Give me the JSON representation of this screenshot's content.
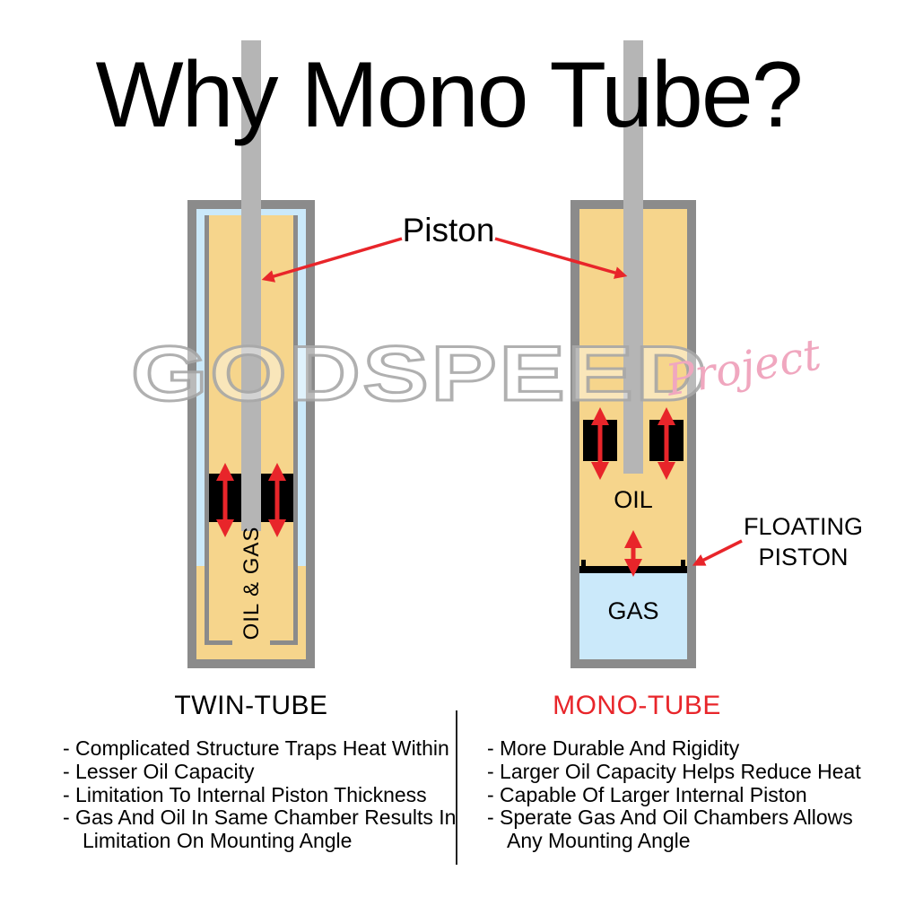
{
  "title": "Why Mono Tube?",
  "watermark": {
    "main": "GODSPEED",
    "sub": "Project"
  },
  "labels": {
    "piston": "Piston",
    "floating_line1": "FLOATING",
    "floating_line2": "PISTON",
    "oil_gas": "OIL & GAS",
    "oil": "OIL",
    "gas": "GAS",
    "twin_tube": "TWIN-TUBE",
    "mono_tube": "MONO-TUBE"
  },
  "colors": {
    "tan": "#F6D58C",
    "light_blue": "#CBE9FA",
    "tube_gray": "#8B8B8B",
    "rod_gray": "#B5B5B5",
    "arrow_red": "#E8252A",
    "watermark_gray": "#A8A8A8",
    "watermark_pink": "#F0A7BF"
  },
  "lists": {
    "twin": [
      "- Complicated Structure Traps Heat Within",
      "- Lesser Oil Capacity",
      "- Limitation To Internal Piston Thickness",
      "- Gas And Oil In Same Chamber Results In",
      "Limitation On Mounting Angle"
    ],
    "mono": [
      "- More Durable And Rigidity",
      "- Larger Oil Capacity Helps Reduce Heat",
      "- Capable Of Larger Internal Piston",
      "- Sperate Gas And Oil Chambers Allows",
      "Any Mounting Angle"
    ]
  }
}
